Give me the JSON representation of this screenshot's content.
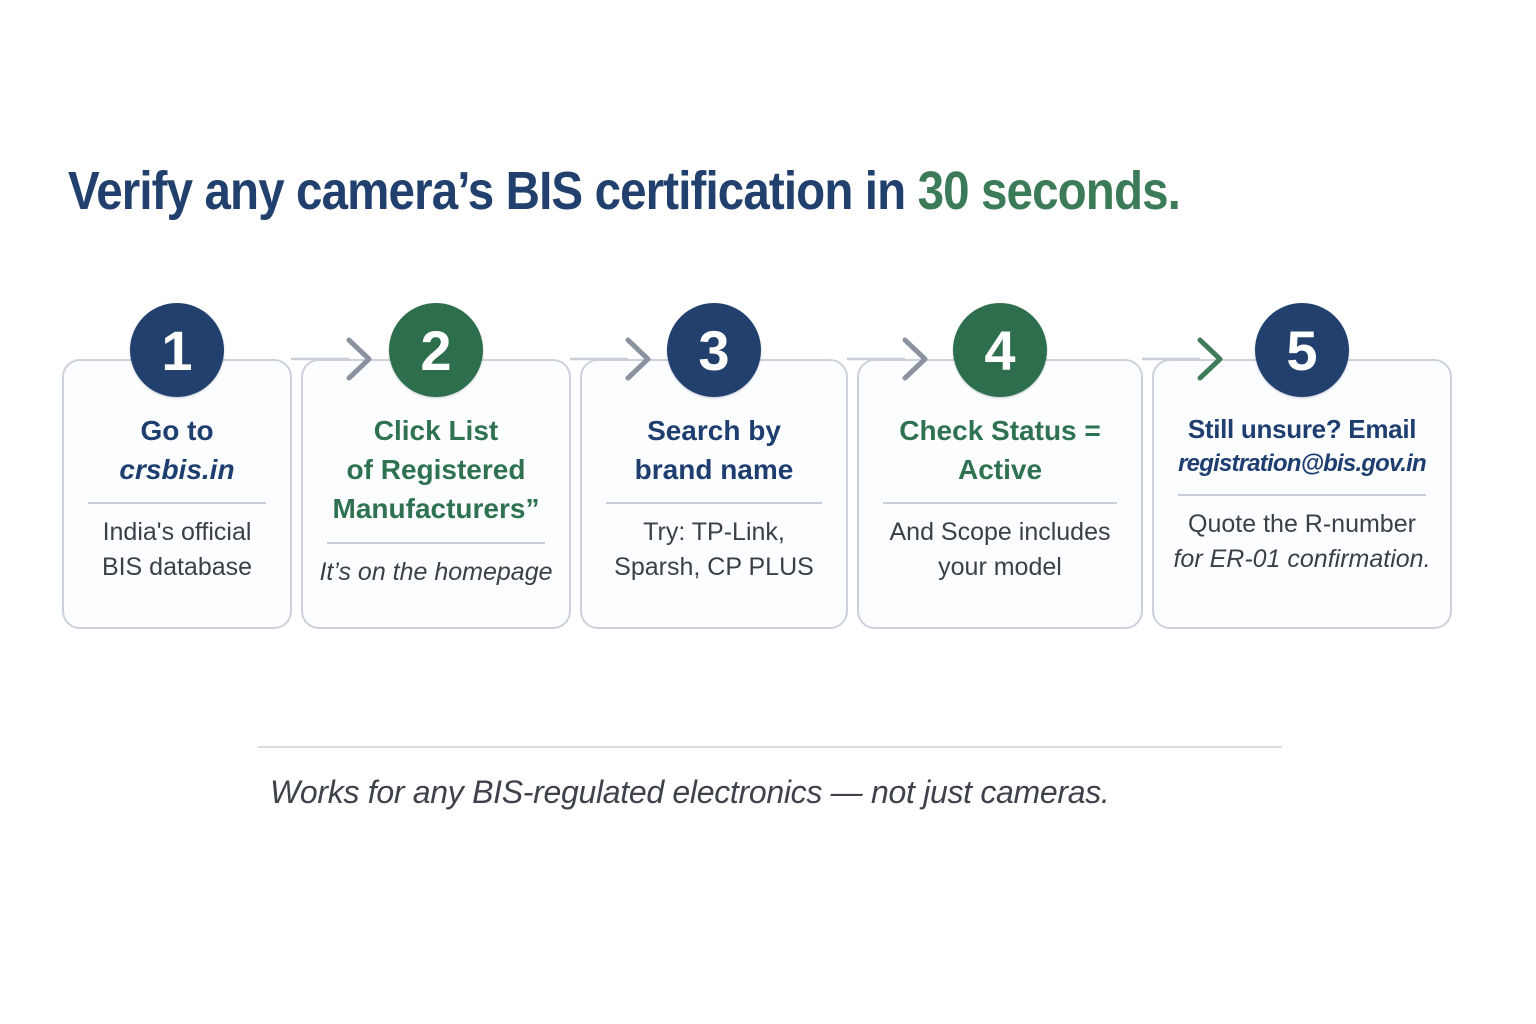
{
  "title": {
    "prefix": "Verify any camera’s BIS certification in ",
    "highlight": "30 seconds."
  },
  "colors": {
    "navy": "#21406e",
    "green": "#2d6e4c",
    "title_green": "#3c7b58",
    "card_border": "#ccd1db",
    "body_text": "#3b4048",
    "arrow_gray": "#8a92a0",
    "arrow_green": "#3e7c5a"
  },
  "steps": [
    {
      "number": "1",
      "accent": "navy",
      "title_line1": "Go to",
      "title_line2": "crsbis.in",
      "body_line1": "India's official",
      "body_line2": "BIS database"
    },
    {
      "number": "2",
      "accent": "green",
      "title_line1": "Click List",
      "title_line2": "of Registered",
      "title_line3": "Manufacturers”",
      "body_line1": "It’s on the homepage"
    },
    {
      "number": "3",
      "accent": "navy",
      "title_line1": "Search by",
      "title_line2": "brand name",
      "body_line1": "Try: TP-Link,",
      "body_line2": "Sparsh, CP PLUS"
    },
    {
      "number": "4",
      "accent": "green",
      "title_line1": "Check Status =",
      "title_line2": "Active",
      "body_line1": "And Scope includes",
      "body_line2": "your model"
    },
    {
      "number": "5",
      "accent": "navy",
      "title_line1": "Still unsure? Email",
      "title_line2": "registration@bis.gov.in",
      "body_line1": "Quote the R-number",
      "body_line2": "for ER-01 confirmation."
    }
  ],
  "footer": {
    "note": "Works for any BIS-regulated electronics — not just cameras."
  }
}
